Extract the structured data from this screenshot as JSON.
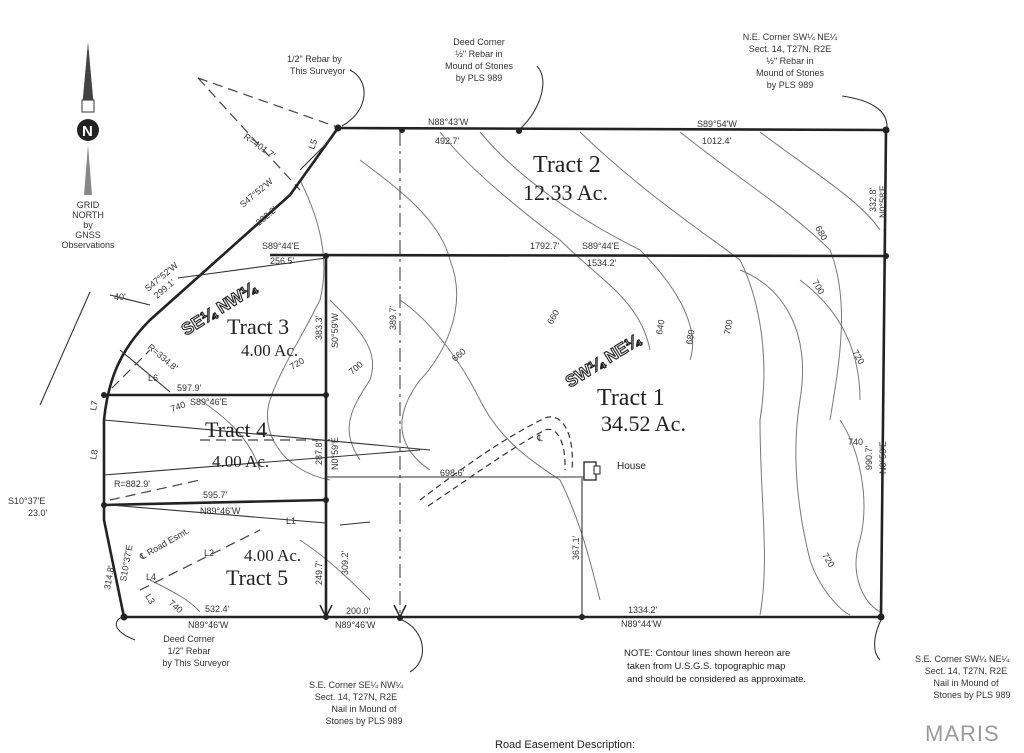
{
  "north_arrow": {
    "lines": [
      "GRID",
      "NORTH",
      "by",
      "GNSS",
      "Observations"
    ],
    "symbol": "N"
  },
  "callouts": {
    "rebar_top": [
      "1/2\" Rebar by",
      "This Surveyor"
    ],
    "deed_corner_top": [
      "Deed Corner",
      "½\" Rebar in",
      "Mound of Stones",
      "by PLS 989"
    ],
    "ne_corner": [
      "N.E. Corner SW¼ NE¼",
      "Sect. 14, T27N, R2E",
      "½\" Rebar in",
      "Mound of Stones",
      "by PLS 989"
    ],
    "deed_corner_bottom": [
      "Deed Corner",
      "1/2\" Rebar",
      "by This Surveyor"
    ],
    "se_corner_left": [
      "S.E. Corner SE¼ NW¼",
      "Sect. 14, T27N, R2E",
      "Nail in Mound of",
      "Stones by PLS 989"
    ],
    "se_corner_right": [
      "S.E. Corner SW¼ NE¼",
      "Sect. 14, T27N, R2E",
      "Nail in Mound of",
      "Stones by PLS 989"
    ],
    "house": "House"
  },
  "tracts": [
    {
      "name": "Tract 1",
      "area": "34.52 Ac."
    },
    {
      "name": "Tract 2",
      "area": "12.33 Ac."
    },
    {
      "name": "Tract 3",
      "area": "4.00 Ac."
    },
    {
      "name": "Tract 4",
      "area": "4.00 Ac."
    },
    {
      "name": "Tract 5",
      "area": "4.00 Ac."
    }
  ],
  "quarters": {
    "west": "SE¼ NW¼",
    "east": "SW¼ NE¼"
  },
  "bearings": {
    "n88_43w": "N88°43'W",
    "d492_7": "492.7'",
    "s89_54w": "S89°54'W",
    "d1012_4": "1012.4'",
    "n0_58e": "N0°58'E",
    "d332_8": "332.8'",
    "s89_44e_a": "S89°44'E",
    "d256_5": "256.5'",
    "d1792_7": "1792.7'",
    "s89_44e_b": "S89°44'E",
    "d1534_2": "1534.2'",
    "s47_52w_a": "S47°52'W",
    "d232_2": "232.2'",
    "s47_52w_b": "S47°52'W",
    "d299_1": "299.1'",
    "r4017": "R=401.7'",
    "r3344": "R=334.8'",
    "d597_9": "597.9'",
    "s89_46e": "S89°46'E",
    "d383_3": "383.3'",
    "s0_59w": "S0°59'W",
    "d389_7": "389.7'",
    "d287_8": "287.8'",
    "n0_59e": "N0°59'E",
    "r8829": "R=882.9'",
    "d698_6": "698.6'",
    "s10_37e_lbl": "S10°37'E",
    "d23_0": "23.0'",
    "d595_7": "595.7'",
    "n89_46w_a": "N89°46'W",
    "d314_8": "314.8'",
    "s10_37e_b": "S10°37'E",
    "d249_7": "249.7'",
    "d309_2": "309.2'",
    "d367_1": "367.1'",
    "d532_4": "532.4'",
    "n89_46w_b": "N89°46'W",
    "d200_0": "200.0'",
    "n89_46w_c": "N89°46'W",
    "d1334_2": "1334.2'",
    "n89_44w": "N89°44'W",
    "n0_58e_b": "N0°58'E",
    "d990_7": "990.7'",
    "road_esmt": "℄ Road Esmt.",
    "cl": "℄",
    "forty": "40'",
    "l_labels": [
      "L1",
      "L2",
      "L3",
      "L4",
      "L5",
      "L6",
      "L7",
      "L8"
    ]
  },
  "contours": [
    "680",
    "700",
    "720",
    "660",
    "640",
    "660",
    "680",
    "700",
    "720",
    "740",
    "740",
    "700",
    "720",
    "740"
  ],
  "note": [
    "NOTE: Contour lines shown hereon are",
    "taken from U.S.G.S. topographic map",
    "and should be considered as approximate."
  ],
  "footer": "Road Easement Description:",
  "watermark": "MARIS"
}
